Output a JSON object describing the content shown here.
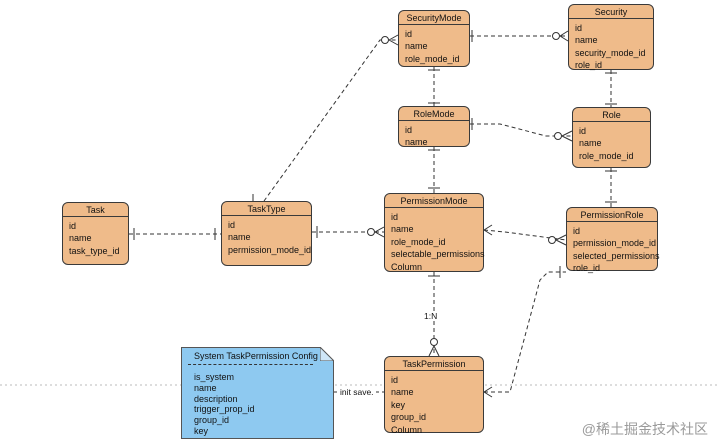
{
  "entities": {
    "security_mode": {
      "title": "SecurityMode",
      "fields": [
        "id",
        "name",
        "role_mode_id"
      ]
    },
    "security": {
      "title": "Security",
      "fields": [
        "id",
        "name",
        "security_mode_id",
        "role_id"
      ]
    },
    "role_mode": {
      "title": "RoleMode",
      "fields": [
        "id",
        "name"
      ]
    },
    "role": {
      "title": "Role",
      "fields": [
        "id",
        "name",
        "role_mode_id"
      ]
    },
    "task": {
      "title": "Task",
      "fields": [
        "id",
        "name",
        "task_type_id"
      ]
    },
    "task_type": {
      "title": "TaskType",
      "fields": [
        "id",
        "name",
        "permission_mode_id"
      ]
    },
    "permission_mode": {
      "title": "PermissionMode",
      "fields": [
        "id",
        "name",
        "role_mode_id",
        "selectable_permissions",
        "Column"
      ]
    },
    "permission_role": {
      "title": "PermissionRole",
      "fields": [
        "id",
        "permission_mode_id",
        "selected_permissions",
        "role_id"
      ]
    },
    "task_permission": {
      "title": "TaskPermission",
      "fields": [
        "id",
        "name",
        "key",
        "group_id",
        "Column"
      ]
    }
  },
  "note": {
    "title": "System  TaskPermission Config",
    "fields": [
      "is_system",
      "name",
      "description",
      "trigger_prop_id",
      "group_id",
      "key"
    ]
  },
  "labels": {
    "one_to_many": "1:N",
    "init_save": "init save."
  },
  "watermark": "@稀土掘金技术社区",
  "colors": {
    "entity_fill": "#efbb8a",
    "note_fill": "#8ec9f0",
    "line": "#333333"
  }
}
